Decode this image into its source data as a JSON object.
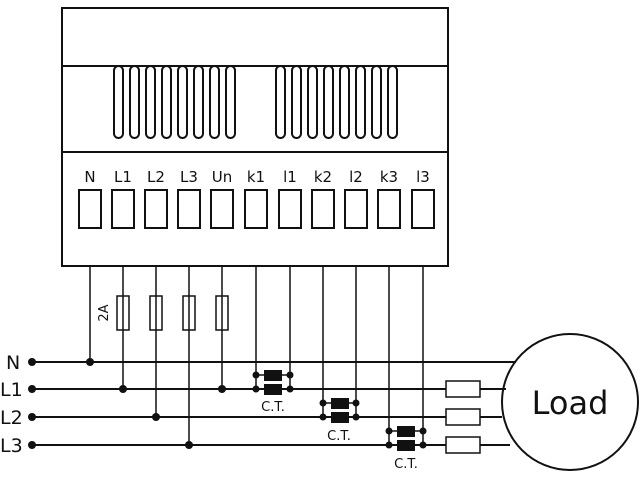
{
  "terminals": [
    "N",
    "L1",
    "L2",
    "L3",
    "Un",
    "k1",
    "l1",
    "k2",
    "l2",
    "k3",
    "l3"
  ],
  "lines": [
    "N",
    "L1",
    "L2",
    "L3"
  ],
  "fuse_label": "2A",
  "ct_labels": [
    "C.T.",
    "C.T.",
    "C.T."
  ],
  "load_label": "Load"
}
